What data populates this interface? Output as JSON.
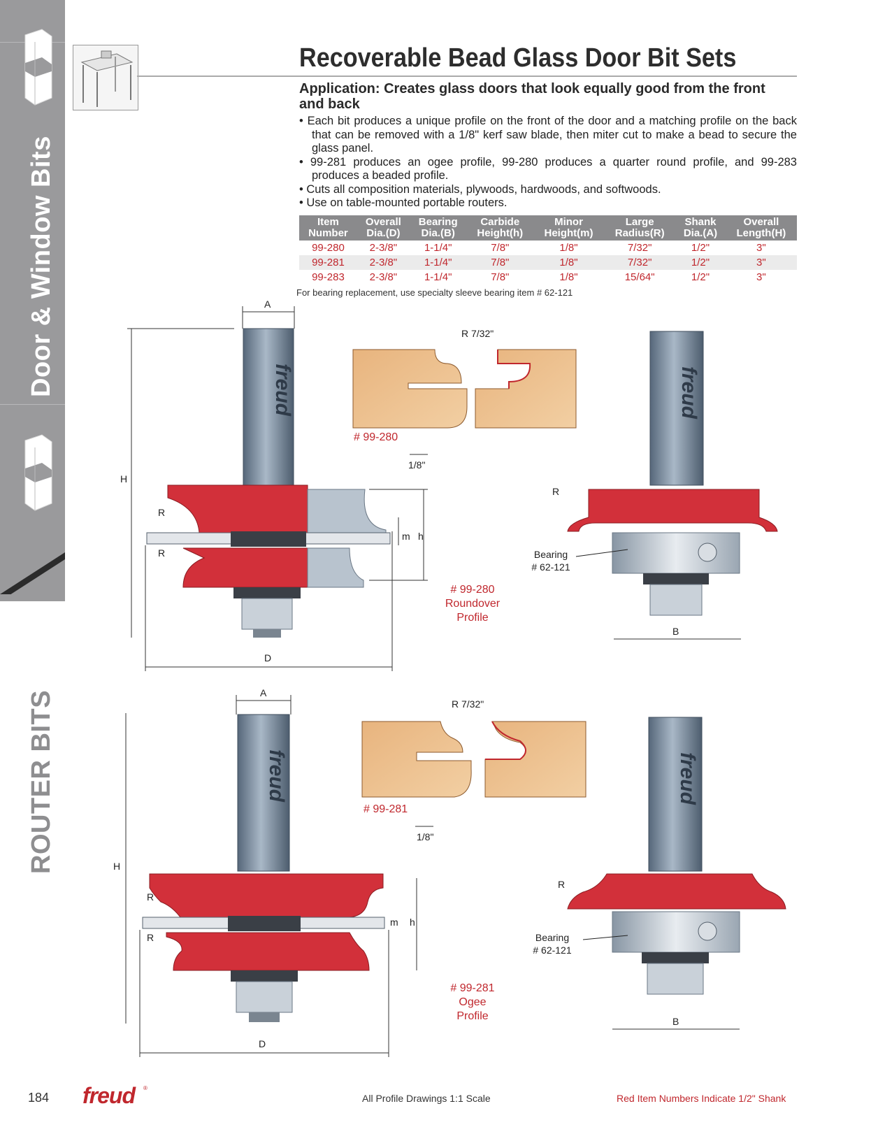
{
  "sidebar": {
    "section": "Door & Window Bits",
    "category": "ROUTER BITS"
  },
  "header": {
    "title": "Recoverable Bead Glass Door Bit Sets",
    "application": "Application: Creates glass doors that look equally good from the front and back",
    "bullets": [
      "• Each bit produces a unique profile on the front of the door and a matching profile on the back that can be removed with a 1/8\" kerf saw blade, then miter cut to make a bead to secure the glass panel.",
      "• 99-281 produces an ogee profile, 99-280 produces a quarter round profile, and 99-283 produces a beaded profile.",
      "• Cuts all composition materials, plywoods, hardwoods, and softwoods.",
      "• Use on table-mounted portable routers."
    ]
  },
  "table": {
    "headers": [
      [
        "Item",
        "Number"
      ],
      [
        "Overall",
        "Dia.(D)"
      ],
      [
        "Bearing",
        "Dia.(B)"
      ],
      [
        "Carbide",
        "Height(h)"
      ],
      [
        "Minor",
        "Height(m)"
      ],
      [
        "Large",
        "Radius(R)"
      ],
      [
        "Shank",
        "Dia.(A)"
      ],
      [
        "Overall",
        "Length(H)"
      ]
    ],
    "rows": [
      [
        "99-280",
        "2-3/8\"",
        "1-1/4\"",
        "7/8\"",
        "1/8\"",
        "7/32\"",
        "1/2\"",
        "3\""
      ],
      [
        "99-281",
        "2-3/8\"",
        "1-1/4\"",
        "7/8\"",
        "1/8\"",
        "7/32\"",
        "1/2\"",
        "3\""
      ],
      [
        "99-283",
        "2-3/8\"",
        "1-1/4\"",
        "7/8\"",
        "1/8\"",
        "15/64\"",
        "1/2\"",
        "3\""
      ]
    ],
    "note": "For bearing replacement, use specialty sleeve bearing item # 62-121"
  },
  "diagram1": {
    "dim_a": "A",
    "dim_h_total": "H",
    "dim_d": "D",
    "dim_r1": "R",
    "dim_r2": "R",
    "dim_m": "m",
    "dim_h": "h",
    "radius": "R 7/32\"",
    "item": "# 99-280",
    "kerf": "1/8\"",
    "caption": [
      "# 99-280",
      "Roundover",
      "Profile"
    ],
    "bearing_r": "R",
    "bearing_label": [
      "Bearing",
      "# 62-121"
    ],
    "dim_b": "B",
    "brand": "freud"
  },
  "diagram2": {
    "dim_a": "A",
    "dim_h_total": "H",
    "dim_d": "D",
    "dim_r1": "R",
    "dim_r2": "R",
    "dim_m": "m",
    "dim_h": "h",
    "radius": "R 7/32\"",
    "item": "# 99-281",
    "kerf": "1/8\"",
    "caption": [
      "# 99-281",
      "Ogee",
      "Profile"
    ],
    "bearing_r": "R",
    "bearing_label": [
      "Bearing",
      "# 62-121"
    ],
    "dim_b": "B",
    "brand": "freud"
  },
  "footer": {
    "page_number": "184",
    "brand": "freud",
    "brand_reg": "®",
    "center": "All Profile Drawings 1:1 Scale",
    "right": "Red Item Numbers Indicate 1/2\" Shank"
  },
  "colors": {
    "accent_red": "#c0272d",
    "gray_band": "#9a9a9c",
    "steel": "#7c8a99"
  }
}
